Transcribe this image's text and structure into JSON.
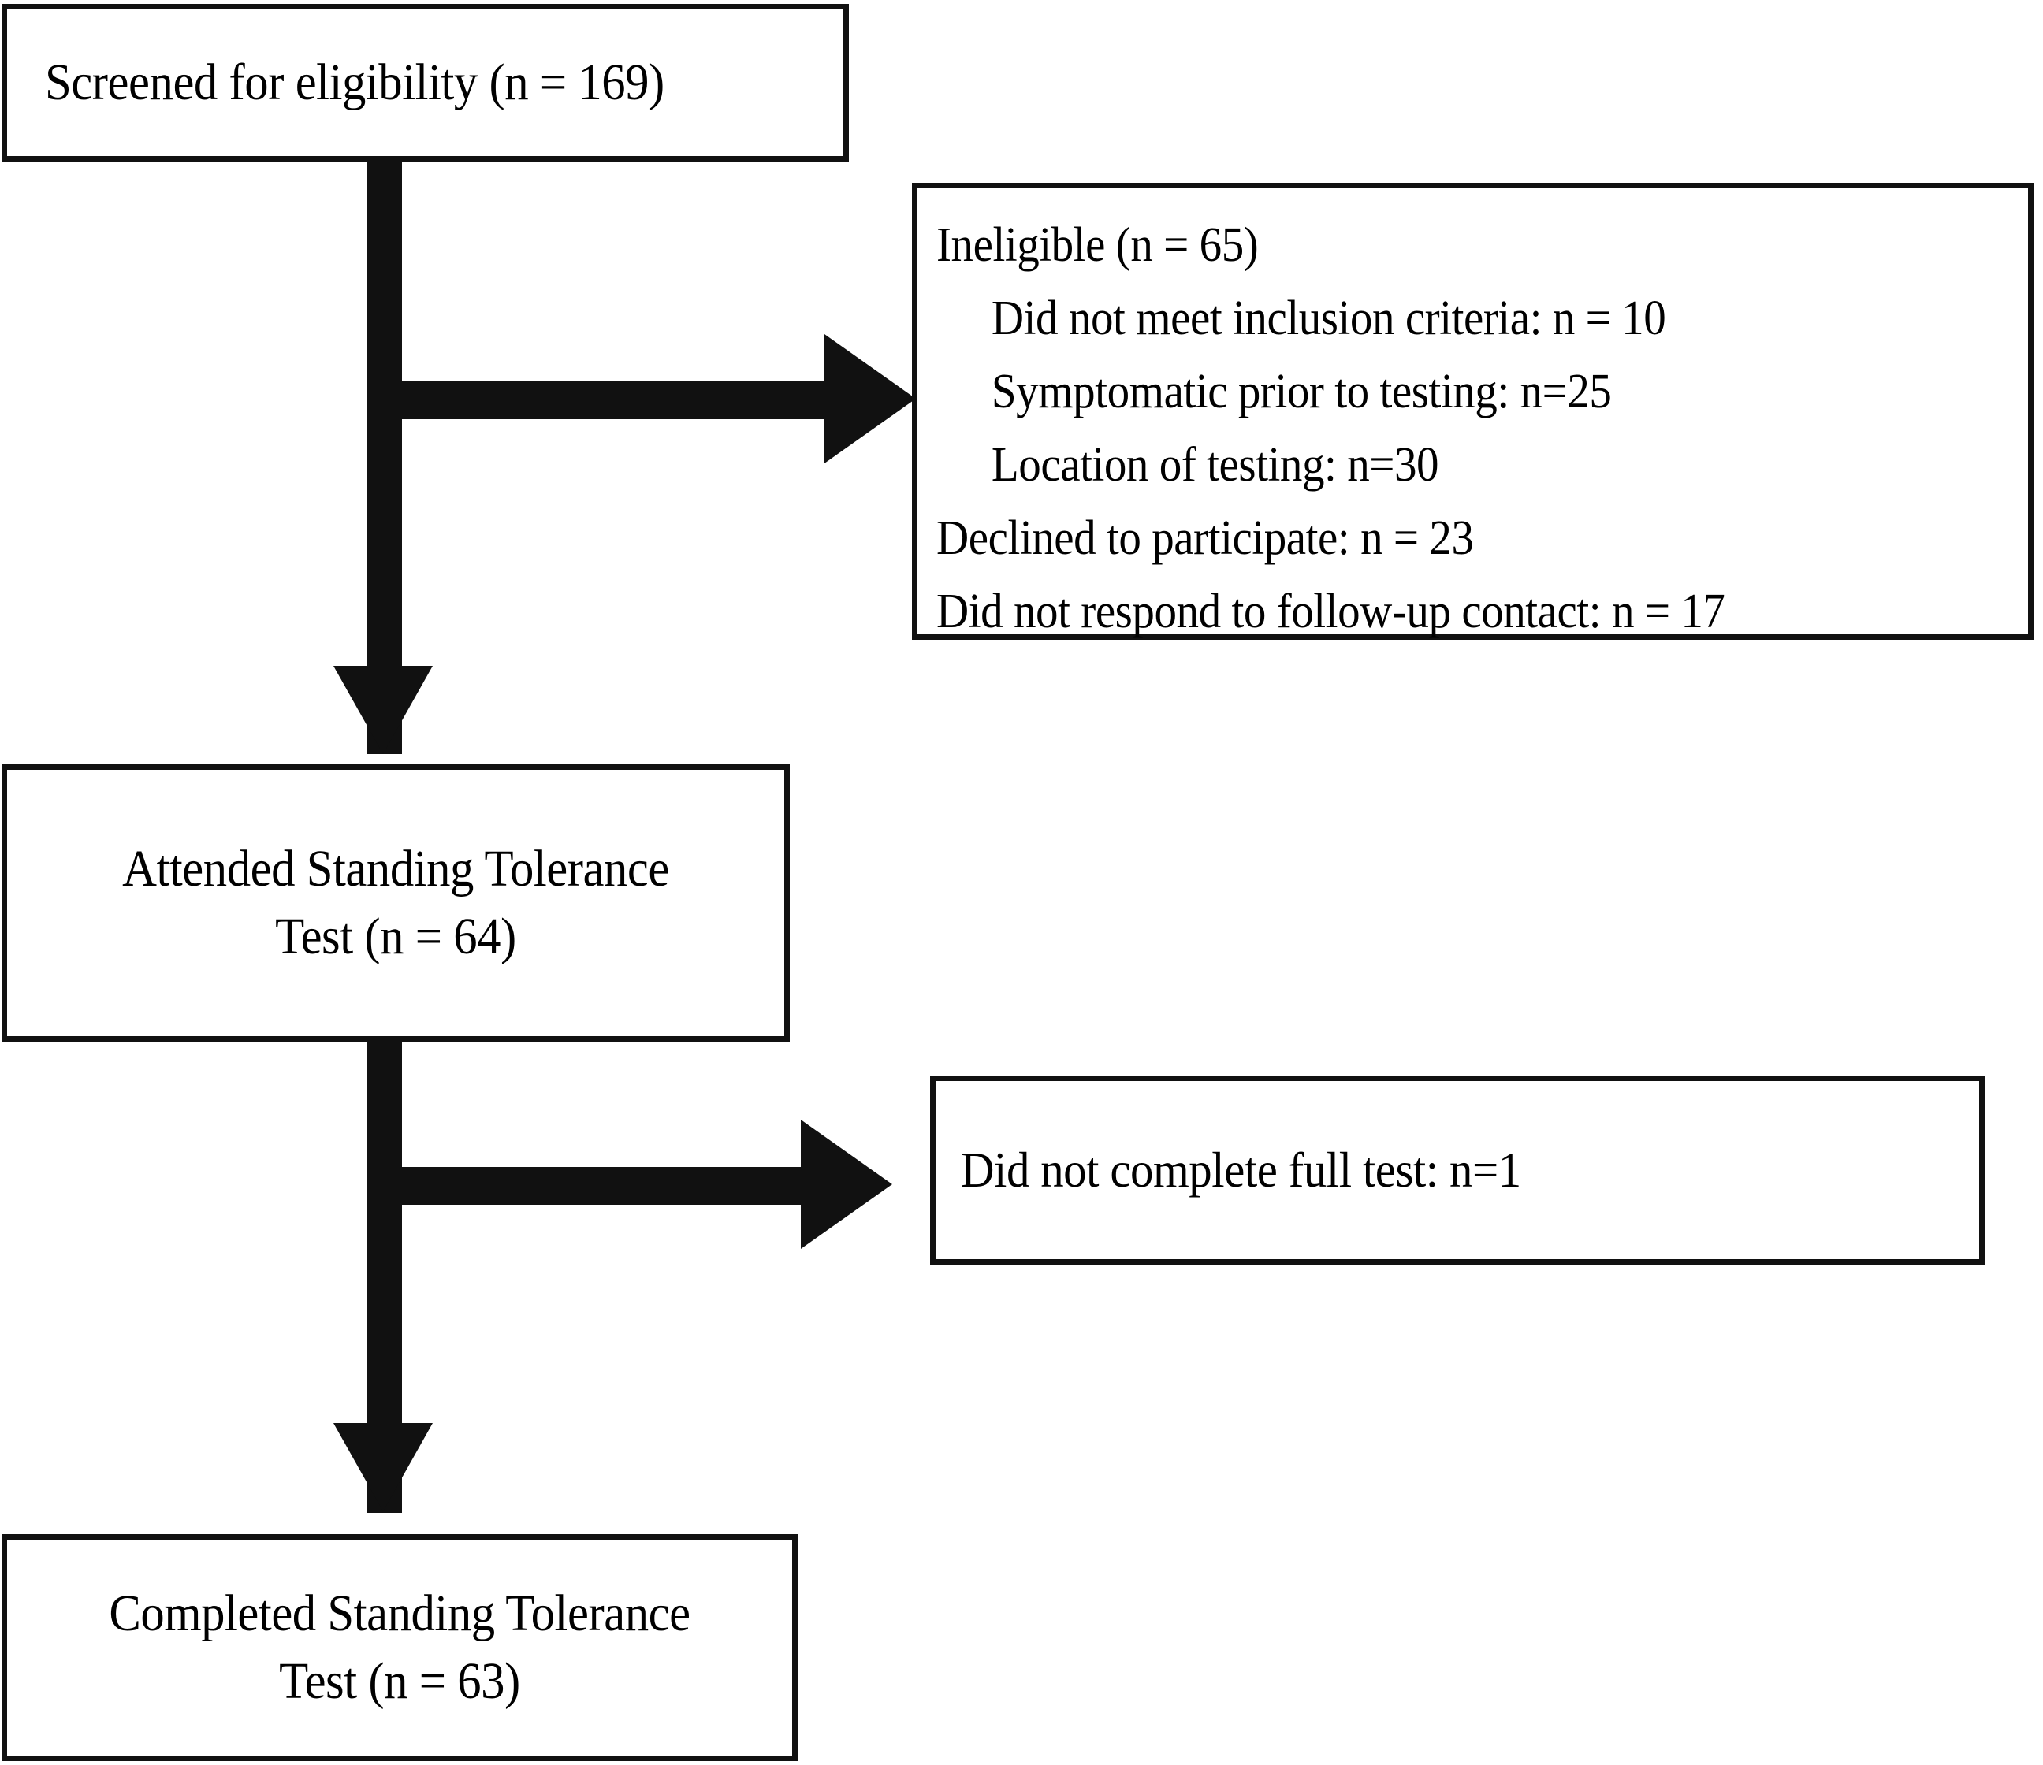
{
  "diagram": {
    "type": "participant-flow-chart",
    "orientation": "top-to-bottom",
    "stroke_color": "#111111",
    "fill_color": "#ffffff",
    "nodes": {
      "screened": {
        "id": "screened",
        "lines": [
          "Screened for eligibility (n = 169)"
        ],
        "n": 169,
        "align": "left"
      },
      "ineligible": {
        "id": "ineligible",
        "lines": [
          "Ineligible (n = 65)",
          "Did not meet inclusion criteria: n = 10",
          "Symptomatic prior to testing: n=25",
          "Location of testing: n=30",
          "Declined to participate: n = 23",
          "Did not respond to follow-up contact: n = 17"
        ],
        "indented_line_indexes": [
          1,
          2,
          3
        ],
        "align": "left"
      },
      "attended": {
        "id": "attended",
        "lines": [
          "Attended Standing Tolerance",
          "Test (n = 64)"
        ],
        "n": 64,
        "align": "center"
      },
      "incomplete": {
        "id": "incomplete",
        "lines": [
          "Did not complete full test: n=1"
        ],
        "n": 1,
        "align": "left"
      },
      "completed": {
        "id": "completed",
        "lines": [
          "Completed Standing Tolerance",
          "Test (n = 63)"
        ],
        "n": 63,
        "align": "center"
      }
    },
    "edges": [
      {
        "from": "screened",
        "to": "attended",
        "direction": "down"
      },
      {
        "from": "screened",
        "to": "ineligible",
        "direction": "right"
      },
      {
        "from": "attended",
        "to": "completed",
        "direction": "down"
      },
      {
        "from": "attended",
        "to": "incomplete",
        "direction": "right"
      }
    ]
  }
}
